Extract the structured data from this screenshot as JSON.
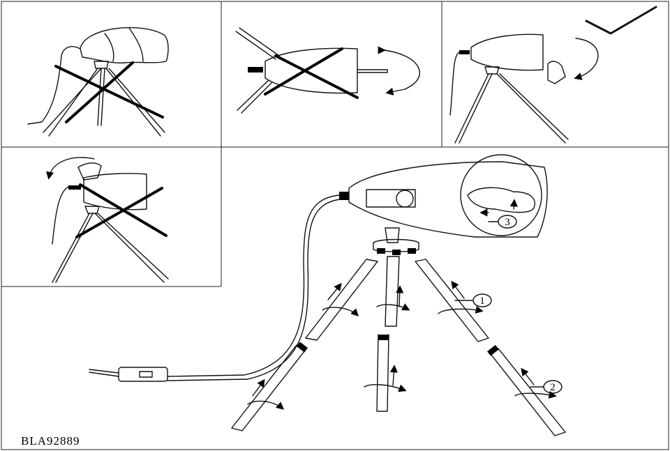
{
  "document": {
    "product_code": "BLA92889"
  },
  "steps": [
    {
      "label": "1"
    },
    {
      "label": "2"
    },
    {
      "label": "3"
    }
  ],
  "colors": {
    "line": "#000000",
    "background": "#ffffff"
  }
}
